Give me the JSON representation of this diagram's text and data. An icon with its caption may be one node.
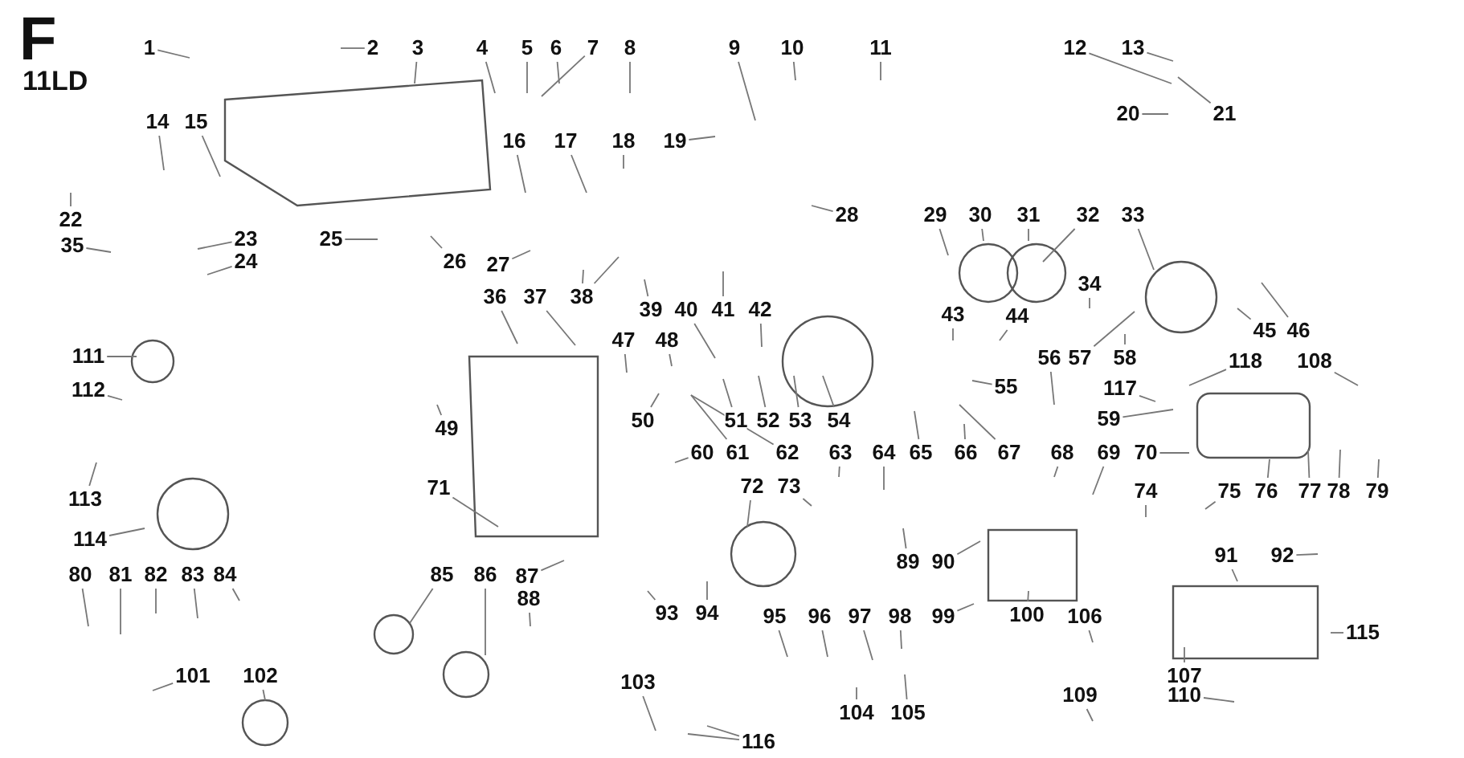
{
  "diagram": {
    "nodes": [
      {
        "text": [
          "1"
        ]
      },
      {
        "text": [
          "2"
        ]
      },
      {
        "text": [
          "3"
        ]
      },
      {
        "text": [
          "4"
        ]
      },
      {
        "text": [
          "5"
        ]
      },
      {
        "text": [
          "6"
        ]
      },
      {
        "text": [
          "7"
        ]
      },
      {
        "text": [
          "8"
        ]
      },
      {
        "text": [
          "9"
        ]
      },
      {
        "text": [
          "10"
        ]
      },
      {
        "text": [
          "11"
        ]
      },
      {
        "text": [
          "12"
        ]
      },
      {
        "text": [
          "13"
        ]
      },
      {
        "text": [
          "14"
        ]
      },
      {
        "text": [
          "15"
        ]
      },
      {
        "text": [
          "16"
        ]
      },
      {
        "text": [
          "17"
        ]
      },
      {
        "text": [
          "18"
        ]
      },
      {
        "text": [
          "19"
        ]
      },
      {
        "text": [
          "20"
        ]
      },
      {
        "text": [
          "21"
        ]
      },
      {
        "text": [
          "22"
        ]
      },
      {
        "text": [
          "23"
        ]
      },
      {
        "text": [
          "24"
        ]
      },
      {
        "text": [
          "25"
        ]
      },
      {
        "text": [
          "26"
        ]
      },
      {
        "text": [
          "27"
        ]
      },
      {
        "text": [
          "28"
        ]
      },
      {
        "text": [
          "29"
        ]
      },
      {
        "text": [
          "30"
        ]
      },
      {
        "text": [
          "31"
        ]
      },
      {
        "text": [
          "32"
        ]
      },
      {
        "text": [
          "33"
        ]
      },
      {
        "text": [
          "34"
        ]
      },
      {
        "text": [
          "35"
        ]
      },
      {
        "text": [
          "36"
        ]
      },
      {
        "text": [
          "37"
        ]
      },
      {
        "text": [
          "38"
        ]
      },
      {
        "text": [
          "39"
        ]
      },
      {
        "text": [
          "40"
        ]
      },
      {
        "text": [
          "41"
        ]
      },
      {
        "text": [
          "42"
        ]
      },
      {
        "text": [
          "43"
        ]
      },
      {
        "text": [
          "44"
        ]
      },
      {
        "text": [
          "45"
        ]
      },
      {
        "text": [
          "46"
        ]
      },
      {
        "text": [
          "47"
        ]
      },
      {
        "text": [
          "48"
        ]
      },
      {
        "text": [
          "49"
        ]
      },
      {
        "text": [
          "50"
        ]
      },
      {
        "text": [
          "51"
        ]
      },
      {
        "text": [
          "52"
        ]
      },
      {
        "text": [
          "53"
        ]
      },
      {
        "text": [
          "54"
        ]
      },
      {
        "text": [
          "55"
        ]
      },
      {
        "text": [
          "56"
        ]
      },
      {
        "text": [
          "57"
        ]
      },
      {
        "text": [
          "58"
        ]
      },
      {
        "text": [
          "59"
        ]
      },
      {
        "text": [
          "60"
        ]
      },
      {
        "text": [
          "61"
        ]
      },
      {
        "text": [
          "62"
        ]
      },
      {
        "text": [
          "63"
        ]
      },
      {
        "text": [
          "64"
        ]
      },
      {
        "text": [
          "65"
        ]
      },
      {
        "text": [
          "66"
        ]
      },
      {
        "text": [
          "67"
        ]
      },
      {
        "text": [
          "68"
        ]
      },
      {
        "text": [
          "69"
        ]
      },
      {
        "text": [
          "70"
        ]
      },
      {
        "text": [
          "71"
        ]
      },
      {
        "text": [
          "72"
        ]
      },
      {
        "text": [
          "73"
        ]
      },
      {
        "text": [
          "74"
        ]
      },
      {
        "text": [
          "75"
        ]
      },
      {
        "text": [
          "76"
        ]
      },
      {
        "text": [
          "77"
        ]
      },
      {
        "text": [
          "78"
        ]
      },
      {
        "text": [
          "79"
        ]
      },
      {
        "text": [
          "80"
        ]
      },
      {
        "text": [
          "81"
        ]
      },
      {
        "text": [
          "82"
        ]
      },
      {
        "text": [
          "83"
        ]
      },
      {
        "text": [
          "84"
        ]
      },
      {
        "text": [
          "85"
        ]
      },
      {
        "text": [
          "86"
        ]
      },
      {
        "text": [
          "87"
        ]
      },
      {
        "text": [
          "88"
        ]
      },
      {
        "text": [
          "89"
        ]
      },
      {
        "text": [
          "90"
        ]
      },
      {
        "text": [
          "91"
        ]
      },
      {
        "text": [
          "92"
        ]
      },
      {
        "text": [
          "93"
        ]
      },
      {
        "text": [
          "94"
        ]
      },
      {
        "text": [
          "95"
        ]
      },
      {
        "text": [
          "96"
        ]
      },
      {
        "text": [
          "97"
        ]
      },
      {
        "text": [
          "98"
        ]
      },
      {
        "text": [
          "99"
        ]
      },
      {
        "text": [
          "100"
        ]
      },
      {
        "text": [
          "101"
        ]
      },
      {
        "text": [
          "102"
        ]
      },
      {
        "text": [
          "103"
        ]
      },
      {
        "text": [
          "104"
        ]
      },
      {
        "text": [
          "105"
        ]
      },
      {
        "text": [
          "106"
        ]
      },
      {
        "text": [
          "107"
        ]
      },
      {
        "text": [
          "108"
        ]
      },
      {
        "text": [
          "109"
        ]
      },
      {
        "text": [
          "110"
        ]
      },
      {
        "text": [
          "111"
        ]
      },
      {
        "text": [
          "112"
        ]
      },
      {
        "text": [
          "113"
        ]
      },
      {
        "text": [
          "114"
        ]
      },
      {
        "text": [
          "115"
        ]
      },
      {
        "text": [
          "116"
        ]
      },
      {
        "text": [
          "117"
        ]
      },
      {
        "text": [
          "118"
        ]
      }
    ],
    "edges": [
      {
        "from": 0,
        "to": null,
        "arrow": "none"
      },
      {
        "from": 1,
        "to": null,
        "arrow": "none"
      },
      {
        "from": 2,
        "to": null,
        "arrow": "none"
      },
      {
        "from": 3,
        "to": null,
        "arrow": "none"
      },
      {
        "from": 4,
        "to": null,
        "arrow": "none"
      },
      {
        "from": 5,
        "to": null,
        "arrow": "none"
      },
      {
        "from": 6,
        "to": null,
        "arrow": "none"
      },
      {
        "from": 7,
        "to": null,
        "arrow": "none"
      },
      {
        "from": 8,
        "to": null,
        "arrow": "none"
      },
      {
        "from": 9,
        "to": null,
        "arrow": "none"
      },
      {
        "from": 10,
        "to": null,
        "arrow": "none"
      },
      {
        "from": 11,
        "to": null,
        "arrow": "none"
      },
      {
        "from": 12,
        "to": null,
        "arrow": "none"
      },
      {
        "from": 13,
        "to": null,
        "arrow": "none"
      },
      {
        "from": 14,
        "to": null,
        "arrow": "none"
      },
      {
        "from": 15,
        "to": null,
        "arrow": "none"
      },
      {
        "from": 16,
        "to": null,
        "arrow": "none"
      },
      {
        "from": 17,
        "to": null,
        "arrow": "none"
      },
      {
        "from": 18,
        "to": null,
        "arrow": "none"
      },
      {
        "from": 19,
        "to": null,
        "arrow": "none"
      },
      {
        "from": 20,
        "to": null,
        "arrow": "none"
      },
      {
        "from": 21,
        "to": null,
        "arrow": "none"
      },
      {
        "from": 22,
        "to": null,
        "arrow": "none"
      },
      {
        "from": 23,
        "to": null,
        "arrow": "none"
      },
      {
        "from": 24,
        "to": null,
        "arrow": "none"
      },
      {
        "from": 25,
        "to": null,
        "arrow": "none"
      },
      {
        "from": 26,
        "to": null,
        "arrow": "none"
      },
      {
        "from": 27,
        "to": null,
        "arrow": "none"
      },
      {
        "from": 28,
        "to": null,
        "arrow": "none"
      },
      {
        "from": 29,
        "to": null,
        "arrow": "none"
      },
      {
        "from": 30,
        "to": null,
        "arrow": "none"
      },
      {
        "from": 31,
        "to": null,
        "arrow": "none"
      },
      {
        "from": 32,
        "to": null,
        "arrow": "none"
      },
      {
        "from": 33,
        "to": null,
        "arrow": "none"
      },
      {
        "from": 34,
        "to": null,
        "arrow": "none"
      },
      {
        "from": 35,
        "to": null,
        "arrow": "none"
      },
      {
        "from": 36,
        "to": null,
        "arrow": "none"
      },
      {
        "from": 37,
        "to": null,
        "arrow": "none"
      },
      {
        "from": 37,
        "to": null,
        "arrow": "none"
      },
      {
        "from": 38,
        "to": null,
        "arrow": "none"
      },
      {
        "from": 39,
        "to": null,
        "arrow": "none"
      },
      {
        "from": 40,
        "to": null,
        "arrow": "none"
      },
      {
        "from": 41,
        "to": null,
        "arrow": "none"
      },
      {
        "from": 42,
        "to": null,
        "arrow": "none"
      },
      {
        "from": 43,
        "to": null,
        "arrow": "none"
      },
      {
        "from": 44,
        "to": null,
        "arrow": "none"
      },
      {
        "from": 45,
        "to": null,
        "arrow": "none"
      },
      {
        "from": 46,
        "to": null,
        "arrow": "none"
      },
      {
        "from": 47,
        "to": null,
        "arrow": "none"
      },
      {
        "from": 48,
        "to": null,
        "arrow": "none"
      },
      {
        "from": 49,
        "to": null,
        "arrow": "none"
      },
      {
        "from": 50,
        "to": null,
        "arrow": "none"
      },
      {
        "from": 51,
        "to": null,
        "arrow": "none"
      },
      {
        "from": 52,
        "to": null,
        "arrow": "none"
      },
      {
        "from": 53,
        "to": null,
        "arrow": "none"
      },
      {
        "from": 54,
        "to": null,
        "arrow": "none"
      },
      {
        "from": 55,
        "to": null,
        "arrow": "none"
      },
      {
        "from": 56,
        "to": null,
        "arrow": "none"
      },
      {
        "from": 57,
        "to": null,
        "arrow": "none"
      },
      {
        "from": 58,
        "to": null,
        "arrow": "none"
      },
      {
        "from": 59,
        "to": null,
        "arrow": "none"
      },
      {
        "from": 60,
        "to": null,
        "arrow": "none"
      },
      {
        "from": 61,
        "to": null,
        "arrow": "none"
      },
      {
        "from": 62,
        "to": null,
        "arrow": "none"
      },
      {
        "from": 63,
        "to": null,
        "arrow": "none"
      },
      {
        "from": 64,
        "to": null,
        "arrow": "none"
      },
      {
        "from": 65,
        "to": null,
        "arrow": "none"
      },
      {
        "from": 66,
        "to": null,
        "arrow": "none"
      },
      {
        "from": 67,
        "to": null,
        "arrow": "none"
      },
      {
        "from": 68,
        "to": null,
        "arrow": "none"
      },
      {
        "from": 69,
        "to": null,
        "arrow": "none"
      },
      {
        "from": 70,
        "to": null,
        "arrow": "none"
      },
      {
        "from": 71,
        "to": null,
        "arrow": "none"
      },
      {
        "from": 72,
        "to": null,
        "arrow": "none"
      },
      {
        "from": 73,
        "to": null,
        "arrow": "none"
      },
      {
        "from": 74,
        "to": null,
        "arrow": "none"
      },
      {
        "from": 75,
        "to": null,
        "arrow": "none"
      },
      {
        "from": 76,
        "to": null,
        "arrow": "none"
      },
      {
        "from": 77,
        "to": null,
        "arrow": "none"
      },
      {
        "from": 78,
        "to": null,
        "arrow": "none"
      },
      {
        "from": 79,
        "to": null,
        "arrow": "none"
      },
      {
        "from": 80,
        "to": null,
        "arrow": "none"
      },
      {
        "from": 81,
        "to": null,
        "arrow": "none"
      },
      {
        "from": 82,
        "to": null,
        "arrow": "none"
      },
      {
        "from": 83,
        "to": null,
        "arrow": "none"
      },
      {
        "from": 84,
        "to": null,
        "arrow": "none"
      },
      {
        "from": 85,
        "to": null,
        "arrow": "none"
      },
      {
        "from": 86,
        "to": null,
        "arrow": "none"
      },
      {
        "from": 87,
        "to": null,
        "arrow": "none"
      },
      {
        "from": 88,
        "to": null,
        "arrow": "none"
      },
      {
        "from": 89,
        "to": null,
        "arrow": "none"
      },
      {
        "from": 90,
        "to": null,
        "arrow": "none"
      },
      {
        "from": 91,
        "to": null,
        "arrow": "none"
      },
      {
        "from": 92,
        "to": null,
        "arrow": "none"
      },
      {
        "from": 93,
        "to": null,
        "arrow": "none"
      },
      {
        "from": 94,
        "to": null,
        "arrow": "none"
      },
      {
        "from": 95,
        "to": null,
        "arrow": "none"
      },
      {
        "from": 96,
        "to": null,
        "arrow": "none"
      },
      {
        "from": 97,
        "to": null,
        "arrow": "none"
      },
      {
        "from": 98,
        "to": null,
        "arrow": "none"
      },
      {
        "from": 99,
        "to": null,
        "arrow": "none"
      },
      {
        "from": 100,
        "to": null,
        "arrow": "none"
      },
      {
        "from": 101,
        "to": null,
        "arrow": "none"
      },
      {
        "from": 102,
        "to": null,
        "arrow": "none"
      },
      {
        "from": 103,
        "to": null,
        "arrow": "none"
      },
      {
        "from": 104,
        "to": null,
        "arrow": "none"
      },
      {
        "from": 105,
        "to": null,
        "arrow": "none"
      },
      {
        "from": 106,
        "to": null,
        "arrow": "none"
      },
      {
        "from": 107,
        "to": null,
        "arrow": "none"
      },
      {
        "from": 108,
        "to": null,
        "arrow": "none"
      },
      {
        "from": 109,
        "to": null,
        "arrow": "none"
      },
      {
        "from": 110,
        "to": null,
        "arrow": "none"
      },
      {
        "from": 111,
        "to": null,
        "arrow": "none"
      },
      {
        "from": 112,
        "to": null,
        "arrow": "none"
      },
      {
        "from": 113,
        "to": null,
        "arrow": "none"
      },
      {
        "from": 114,
        "to": null,
        "arrow": "none"
      },
      {
        "from": 115,
        "to": null,
        "arrow": "none"
      },
      {
        "from": 115,
        "to": null,
        "arrow": "none"
      },
      {
        "from": 116,
        "to": null,
        "arrow": "none"
      },
      {
        "from": 117,
        "to": null,
        "arrow": "none"
      }
    ],
    "labels": [
      "F",
      "11LD"
    ]
  }
}
